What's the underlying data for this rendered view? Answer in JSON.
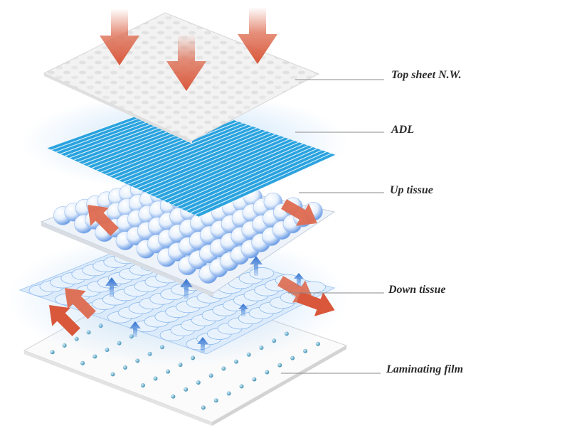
{
  "layers": [
    {
      "id": "top-sheet",
      "label": "Top sheet N.W."
    },
    {
      "id": "adl",
      "label": "ADL"
    },
    {
      "id": "up-tissue",
      "label": "Up tissue"
    },
    {
      "id": "down-tissue",
      "label": "Down tissue"
    },
    {
      "id": "laminating-film",
      "label": "Laminating film"
    }
  ],
  "colors": {
    "arrow_orange": "#dd6a4f",
    "arrow_blue": "#3b7fd6",
    "adl_stripe": "#2aa3df",
    "bubble": "#cfe4fb",
    "dot": "#5aa8c8",
    "leader_line": "#8a8a8a"
  }
}
